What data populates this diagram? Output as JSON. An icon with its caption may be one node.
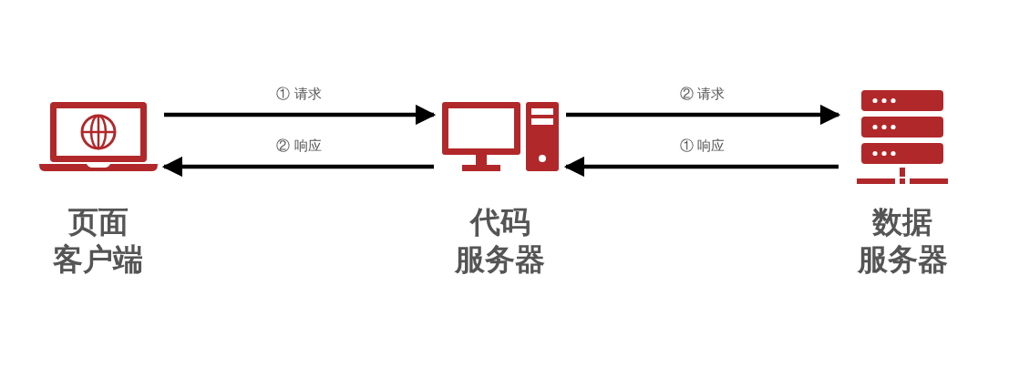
{
  "diagram": {
    "nodes": [
      {
        "text": [
          "页面",
          "客户端"
        ]
      },
      {
        "text": [
          "代码",
          "服务器"
        ]
      },
      {
        "text": [
          "数据",
          "服务器"
        ]
      }
    ],
    "edges": [
      {
        "from": 0,
        "to": 1,
        "arrow": "to",
        "label": "① 请求"
      },
      {
        "from": 1,
        "to": 0,
        "arrow": "to",
        "label": "② 响应"
      },
      {
        "from": 1,
        "to": 2,
        "arrow": "to",
        "label": "② 请求"
      },
      {
        "from": 2,
        "to": 1,
        "arrow": "to",
        "label": "① 响应"
      }
    ]
  }
}
